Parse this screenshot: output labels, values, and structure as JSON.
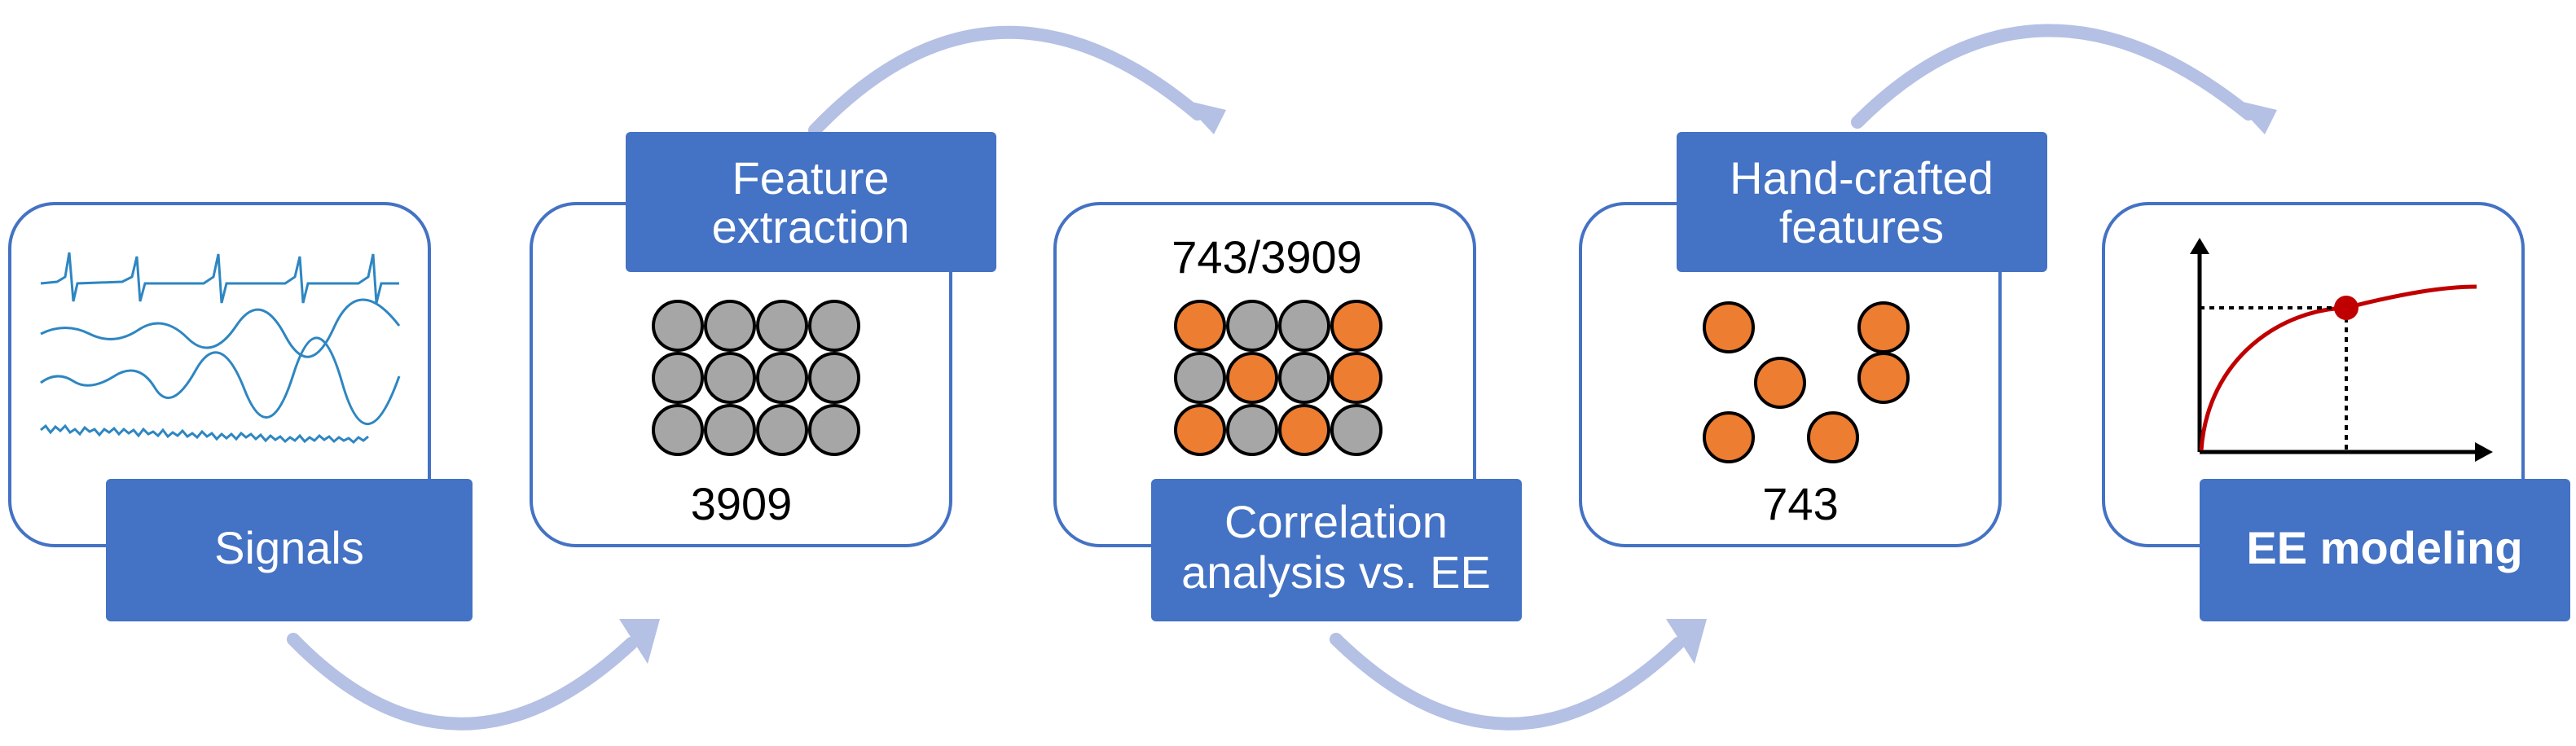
{
  "colors": {
    "panel_border": "#4472c4",
    "label_fill": "#4472c4",
    "label_text": "#ffffff",
    "arrow": "#b4c0e4",
    "feature_gray": "#a6a6a6",
    "feature_orange": "#ed7d31",
    "signal_line": "#2e86c1",
    "curve": "#c00000",
    "point": "#c00000"
  },
  "steps": [
    {
      "label_lines": [
        "Signals"
      ]
    },
    {
      "label_lines": [
        "Feature",
        "extraction"
      ],
      "count": "3909"
    },
    {
      "label_lines": [
        "Correlation",
        "analysis vs. EE"
      ],
      "count": "743/3909"
    },
    {
      "label_lines": [
        "Hand-crafted",
        "features"
      ],
      "count": "743"
    },
    {
      "label_lines": [
        "EE modeling"
      ],
      "bold": true
    }
  ],
  "icons": {
    "signals": "signal-waveforms-icon",
    "feature_grid": "feature-grid-icon",
    "selected_grid": "selected-feature-grid-icon",
    "handcrafted": "handcrafted-features-icon",
    "model": "regression-curve-icon",
    "flow_arrow": "curved-arrow-icon"
  },
  "grids": {
    "extraction": [
      [
        0,
        0,
        0,
        0
      ],
      [
        0,
        0,
        0,
        0
      ],
      [
        0,
        0,
        0,
        0
      ]
    ],
    "correlation": [
      [
        1,
        0,
        0,
        1
      ],
      [
        0,
        1,
        0,
        1
      ],
      [
        1,
        0,
        1,
        0
      ]
    ]
  }
}
